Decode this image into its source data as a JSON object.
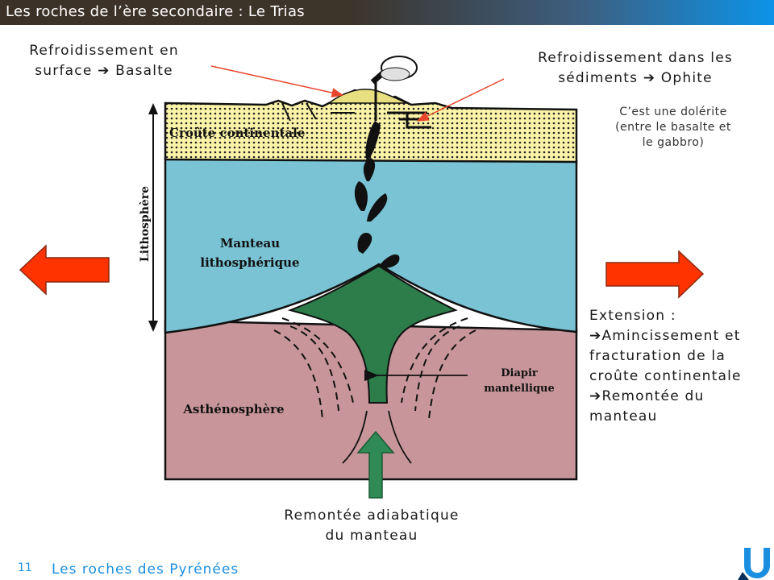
{
  "title": "Les roches de l’ère secondaire : Le Trias",
  "annotations": {
    "surface_cooling": "Refroidissement en surface ➔ Basalte",
    "surface_cooling_line1": "Refroidissement en",
    "surface_cooling_line2": "surface ➔ Basalte",
    "sediment_cooling_line1": "Refroidissement dans les",
    "sediment_cooling_line2": "sédiments ➔ Ophite",
    "dolerite_line1": "C’est une dolérite",
    "dolerite_line2": "(entre le basalte et",
    "dolerite_line3": "le gabbro)",
    "extension_title": "Extension :",
    "extension_line1": "➔Amincissement et",
    "extension_line2": "fracturation de la",
    "extension_line3": "croûte continentale",
    "extension_line4": "➔Remontée du",
    "extension_line5": "manteau",
    "adiabatic_line1": "Remontée adiabatique",
    "adiabatic_line2": "du manteau"
  },
  "diagram": {
    "crust": "Croûte continentale",
    "mantle_line1": "Manteau",
    "mantle_line2": "lithosphérique",
    "lithosphere": "Lithosphère",
    "diapir_line1": "Diapir",
    "diapir_line2": "mantellique",
    "asthenosphere": "Asthénosphère"
  },
  "colors": {
    "crust": "#fbf3a8",
    "mantle": "#79c3d4",
    "asthenosphere": "#c8969a",
    "diapir": "#2d7d4a",
    "arrow_red": "#ff3300",
    "arrow_green": "#2f8a55"
  },
  "footer": {
    "page_number": "11",
    "text": "Les roches des Pyrénées"
  }
}
